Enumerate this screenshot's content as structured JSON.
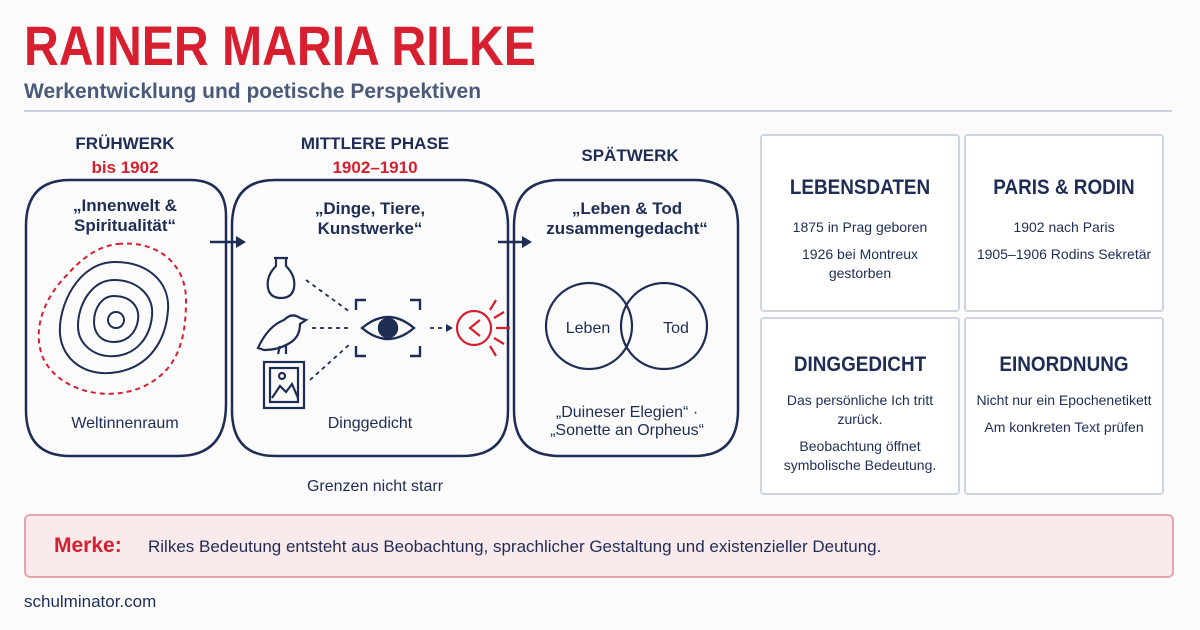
{
  "header": {
    "title": "RAINER MARIA RILKE",
    "subtitle": "Werkentwicklung und poetische Perspektiven"
  },
  "phases": [
    {
      "name": "FRÜHWERK",
      "date": "bis 1902",
      "quote_line1": "„Innenwelt &",
      "quote_line2": "Spiritualität“",
      "label": "Weltinnenraum"
    },
    {
      "name": "MITTLERE PHASE",
      "date": "1902–1910",
      "quote_line1": "„Dinge, Tiere,",
      "quote_line2": "Kunstwerke“",
      "label": "Dinggedicht"
    },
    {
      "name": "SPÄTWERK",
      "quote_line1": "„Leben & Tod",
      "quote_line2": "zusammengedacht“",
      "circle_left": "Leben",
      "circle_right": "Tod",
      "works_line1": "„Duineser Elegien“ ·",
      "works_line2": "„Sonette an Orpheus“"
    }
  ],
  "boundary_note": "Grenzen nicht starr",
  "cards": [
    {
      "title": "LEBENSDATEN",
      "lines": [
        "1875 in Prag geboren",
        "1926 bei Montreux gestorben"
      ]
    },
    {
      "title": "PARIS & RODIN",
      "lines": [
        "1902 nach Paris",
        "1905–1906 Rodins Sekretär"
      ]
    },
    {
      "title": "DINGGEDICHT",
      "lines": [
        "Das persönliche Ich tritt zurück.",
        "Beobachtung öffnet",
        "symbolische Bedeutung."
      ]
    },
    {
      "title": "EINORDNUNG",
      "lines": [
        "Nicht nur ein Epochenetikett",
        "Am konkreten Text prüfen"
      ]
    }
  ],
  "note": {
    "label": "Merke:",
    "text": "Rilkes Bedeutung entsteht aus Beobachtung, sprachlicher Gestaltung und existenzieller Deutung."
  },
  "footer": "schulminator.com",
  "icons": [
    "spiral-contour-icon",
    "vase-icon",
    "bird-icon",
    "picture-frame-icon",
    "eye-icon",
    "light-burst-icon",
    "arrow-right-icon"
  ],
  "colors": {
    "accent": "#d81f30",
    "ink": "#1f2d55",
    "muted": "#4b5a78",
    "note_bg": "#fbeaec"
  }
}
